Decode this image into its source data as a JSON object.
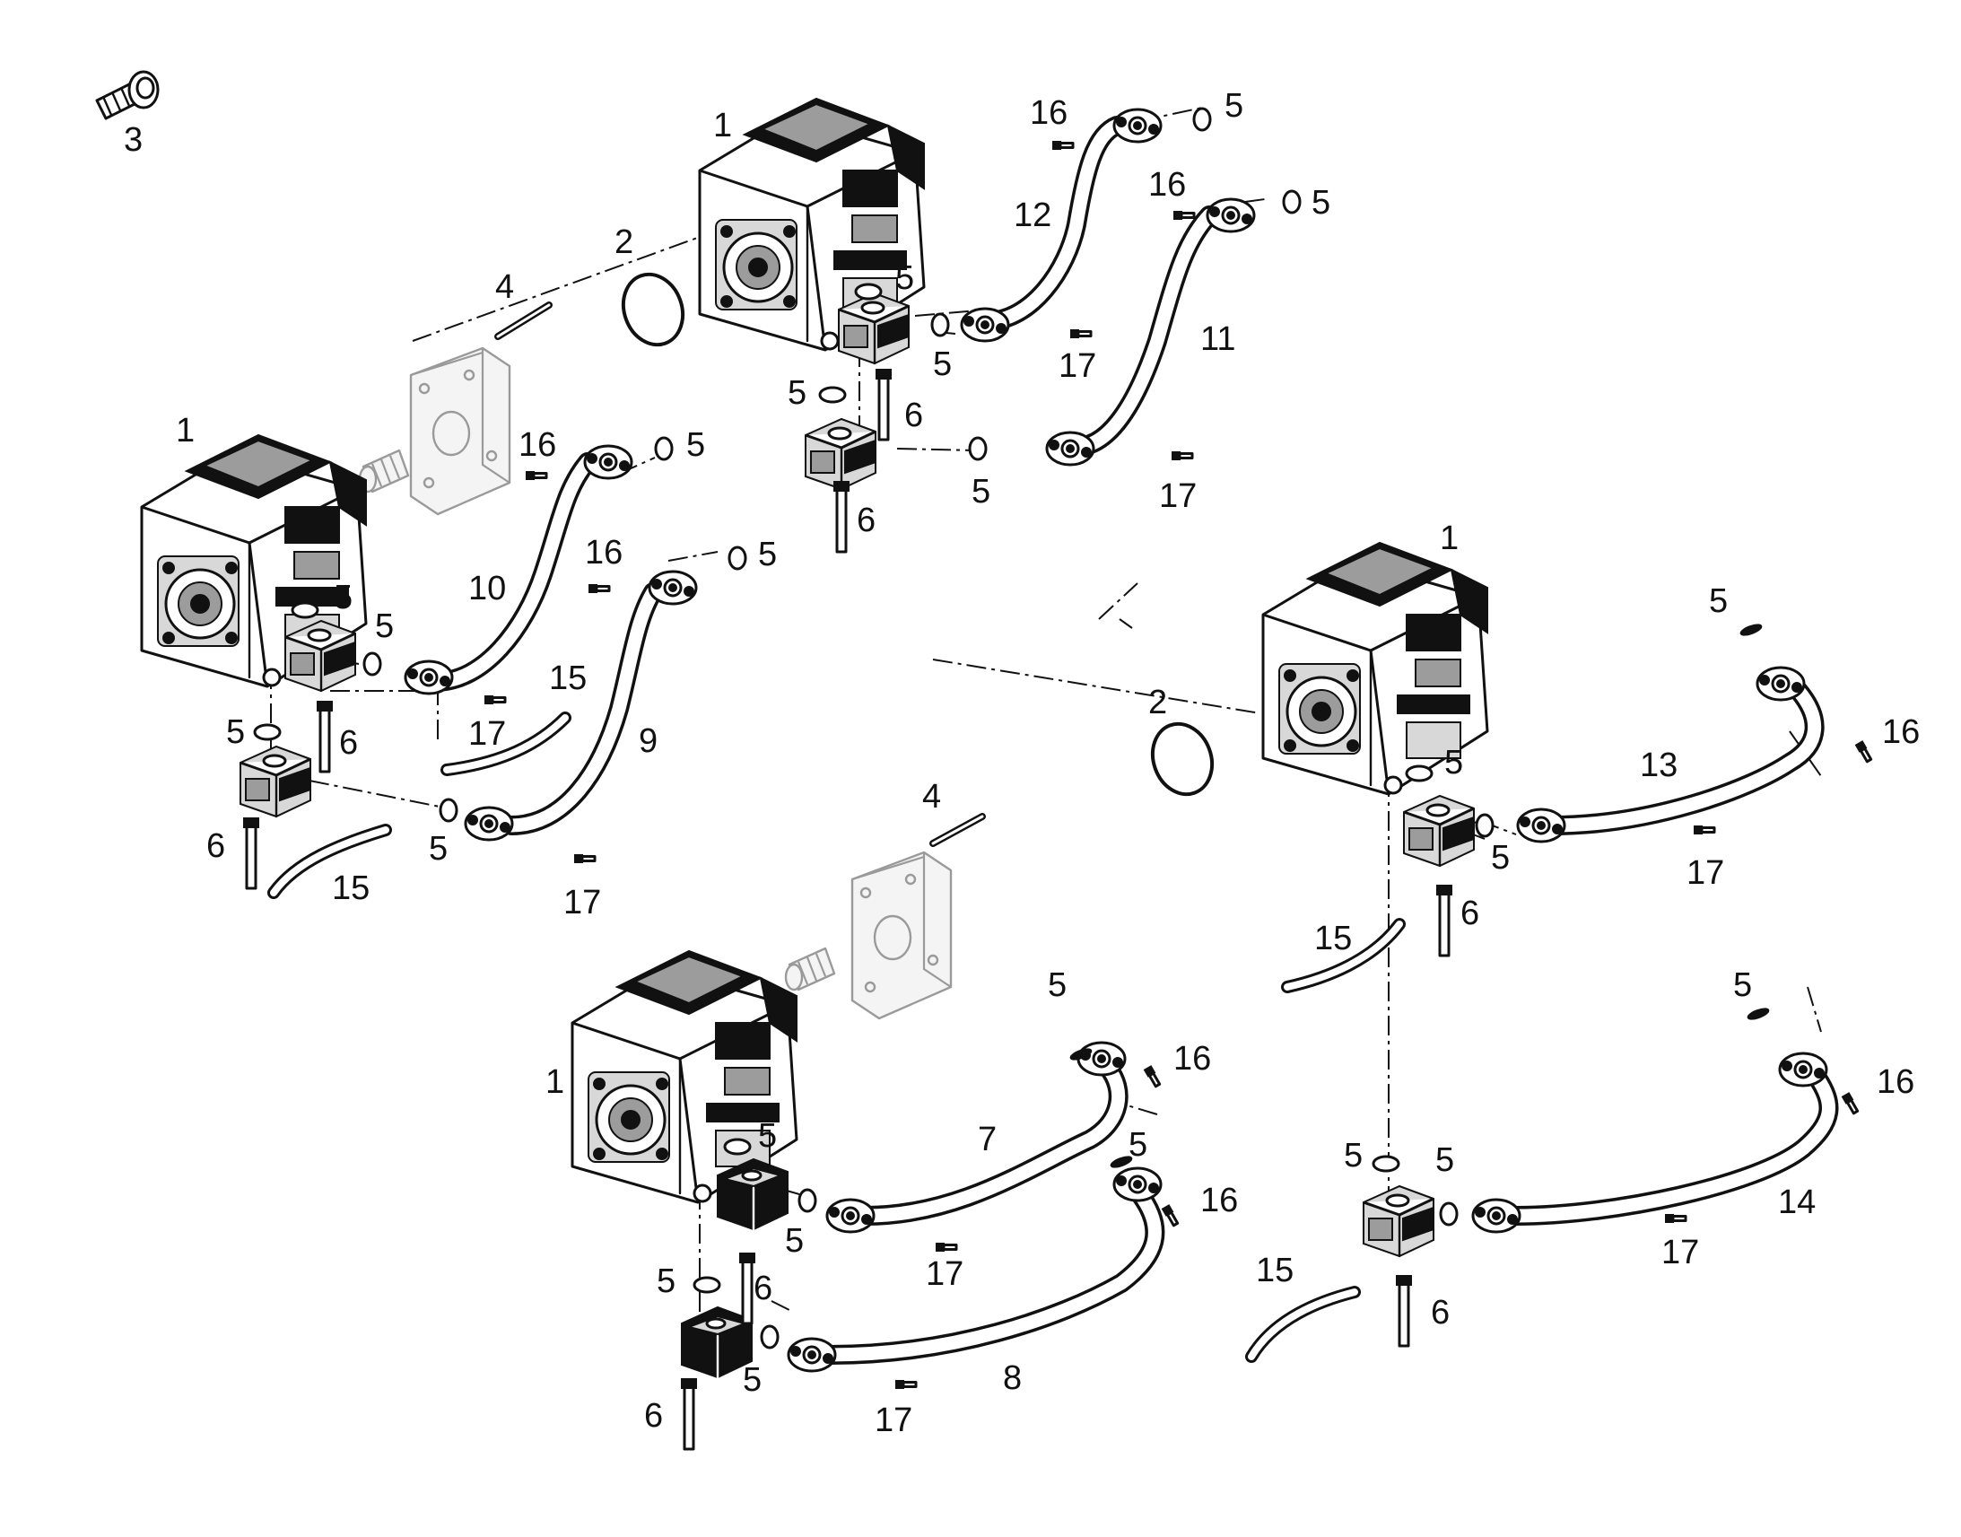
{
  "diagram": {
    "callouts": [
      {
        "text": "3"
      },
      {
        "text": "1"
      },
      {
        "text": "16"
      },
      {
        "text": "5"
      },
      {
        "text": "2"
      },
      {
        "text": "12"
      },
      {
        "text": "16"
      },
      {
        "text": "5"
      },
      {
        "text": "4"
      },
      {
        "text": "5"
      },
      {
        "text": "11"
      },
      {
        "text": "5"
      },
      {
        "text": "17"
      },
      {
        "text": "5"
      },
      {
        "text": "6"
      },
      {
        "text": "1"
      },
      {
        "text": "16"
      },
      {
        "text": "5"
      },
      {
        "text": "5"
      },
      {
        "text": "17"
      },
      {
        "text": "6"
      },
      {
        "text": "16"
      },
      {
        "text": "5"
      },
      {
        "text": "10"
      },
      {
        "text": "5"
      },
      {
        "text": "5"
      },
      {
        "text": "15"
      },
      {
        "text": "17"
      },
      {
        "text": "9"
      },
      {
        "text": "5"
      },
      {
        "text": "6"
      },
      {
        "text": "6"
      },
      {
        "text": "5"
      },
      {
        "text": "15"
      },
      {
        "text": "17"
      },
      {
        "text": "1"
      },
      {
        "text": "5"
      },
      {
        "text": "16"
      },
      {
        "text": "2"
      },
      {
        "text": "5"
      },
      {
        "text": "13"
      },
      {
        "text": "17"
      },
      {
        "text": "5"
      },
      {
        "text": "6"
      },
      {
        "text": "15"
      },
      {
        "text": "4"
      },
      {
        "text": "5"
      },
      {
        "text": "16"
      },
      {
        "text": "1"
      },
      {
        "text": "7"
      },
      {
        "text": "5"
      },
      {
        "text": "5"
      },
      {
        "text": "16"
      },
      {
        "text": "5"
      },
      {
        "text": "17"
      },
      {
        "text": "5"
      },
      {
        "text": "6"
      },
      {
        "text": "5"
      },
      {
        "text": "8"
      },
      {
        "text": "6"
      },
      {
        "text": "17"
      },
      {
        "text": "5"
      },
      {
        "text": "16"
      },
      {
        "text": "5"
      },
      {
        "text": "5"
      },
      {
        "text": "14"
      },
      {
        "text": "17"
      },
      {
        "text": "15"
      },
      {
        "text": "6"
      }
    ]
  }
}
